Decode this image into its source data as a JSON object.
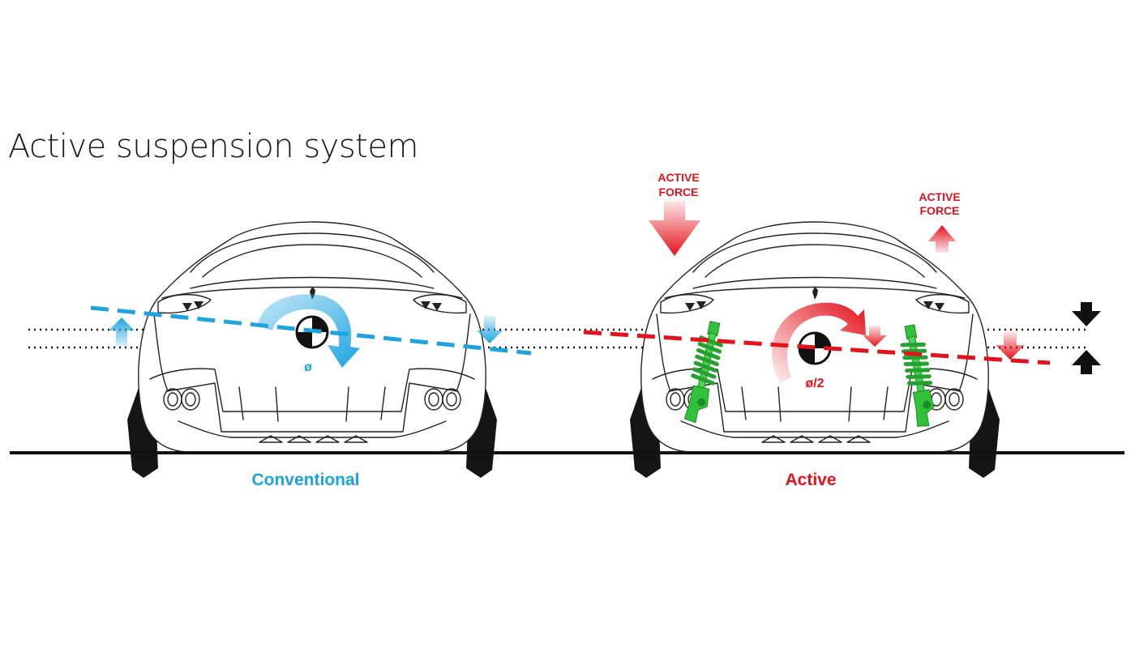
{
  "title": "Active suspension system",
  "colors": {
    "conventional": "#1ca3e0",
    "active": "#e3121b",
    "spring": "#2fc23a",
    "reference": "#111111"
  },
  "conventional": {
    "caption": "Conventional",
    "roll_symbol": "ø"
  },
  "active": {
    "caption": "Active",
    "roll_symbol": "ø/2",
    "force_left": {
      "line1": "ACTIVE",
      "line2": "FORCE"
    },
    "force_right": {
      "line1": "ACTIVE",
      "line2": "FORCE"
    }
  }
}
